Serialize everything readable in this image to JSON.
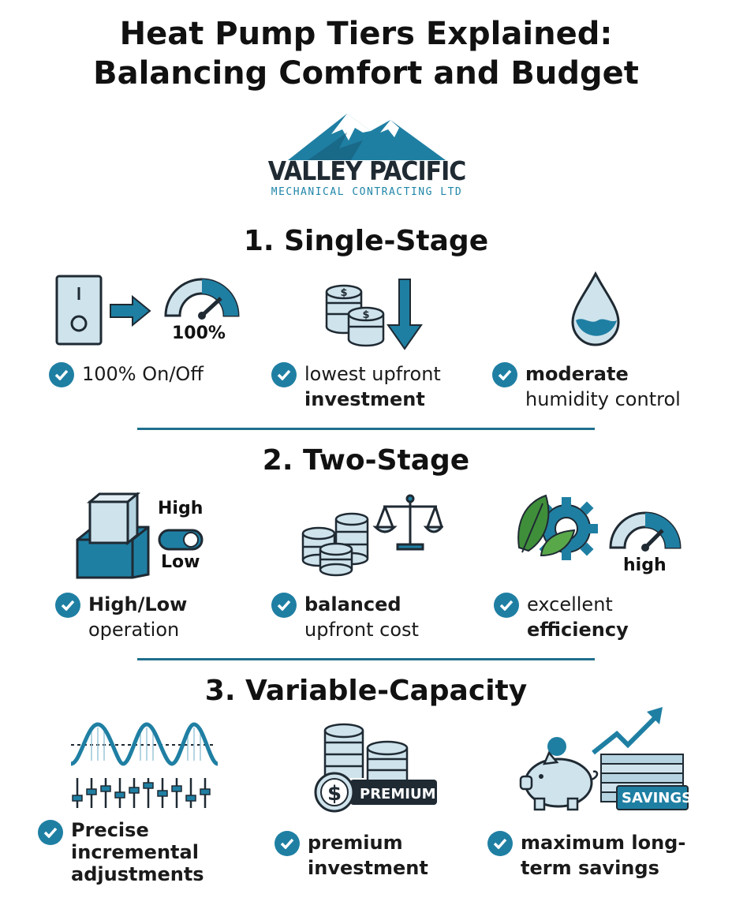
{
  "title": {
    "line1": "Heat Pump Tiers Explained:",
    "line2": "Balancing Comfort and Budget"
  },
  "logo": {
    "name": "VALLEY PACIFIC",
    "subtitle": "MECHANICAL CONTRACTING LTD"
  },
  "sections": [
    {
      "heading": "1. Single-Stage",
      "icon_labels": {
        "gauge": "100%"
      },
      "features": [
        {
          "icon": "switch-arrow-gauge-icon",
          "line1": "100% On/Off",
          "line2": ""
        },
        {
          "icon": "coins-down-arrow-icon",
          "line1": "lowest upfront",
          "line2": "investment"
        },
        {
          "icon": "water-drop-icon",
          "line1": "moderate",
          "line2": "humidity control"
        }
      ]
    },
    {
      "heading": "2. Two-Stage",
      "icon_labels": {
        "toggle_high": "High",
        "toggle_low": "Low",
        "gauge": "high"
      },
      "features": [
        {
          "icon": "cube-toggle-icon",
          "line1": "High/Low",
          "line2": "operation"
        },
        {
          "icon": "coins-scale-icon",
          "line1": "balanced",
          "line2": "upfront cost"
        },
        {
          "icon": "leaf-gear-gauge-icon",
          "line1": "excellent",
          "line2": "efficiency"
        }
      ]
    },
    {
      "heading": "3. Variable-Capacity",
      "icon_labels": {
        "premium": "PREMIUM",
        "savings": "SAVINGS"
      },
      "features": [
        {
          "icon": "wave-sliders-icon",
          "line1": "Precise",
          "line2": "incremental",
          "line3": "adjustments"
        },
        {
          "icon": "coins-premium-icon",
          "line1": "premium",
          "line2": "investment"
        },
        {
          "icon": "piggy-bank-savings-icon",
          "line1": "maximum long-",
          "line2": "term savings"
        }
      ]
    }
  ],
  "colors": {
    "accent": "#1f7fa3",
    "dark": "#1f2a33",
    "light_fill": "#cfe3ec"
  }
}
